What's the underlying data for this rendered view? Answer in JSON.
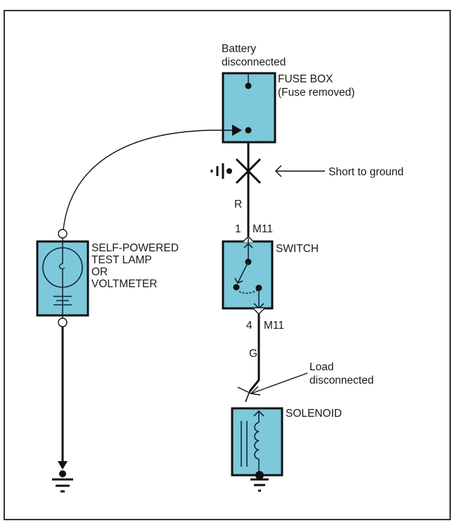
{
  "diagram": {
    "colors": {
      "component_fill": "#7ec8dc",
      "line": "#111111",
      "background": "#ffffff"
    },
    "components": {
      "fuse_box": {
        "title": "FUSE BOX",
        "subtitle": "(Fuse removed)",
        "top_note_line1": "Battery",
        "top_note_line2": "disconnected"
      },
      "short": {
        "label": "Short to ground"
      },
      "wire_upper": {
        "color_code": "R",
        "pin": "1",
        "connector": "M11"
      },
      "switch": {
        "label": "SWITCH"
      },
      "wire_lower": {
        "pin": "4",
        "connector": "M11",
        "color_code": "G"
      },
      "load_break": {
        "label_line1": "Load",
        "label_line2": "disconnected"
      },
      "solenoid": {
        "label": "SOLENOID"
      },
      "test_lamp": {
        "label_line1": "SELF-POWERED",
        "label_line2": "TEST LAMP",
        "label_line3": "OR",
        "label_line4": "VOLTMETER"
      }
    }
  }
}
